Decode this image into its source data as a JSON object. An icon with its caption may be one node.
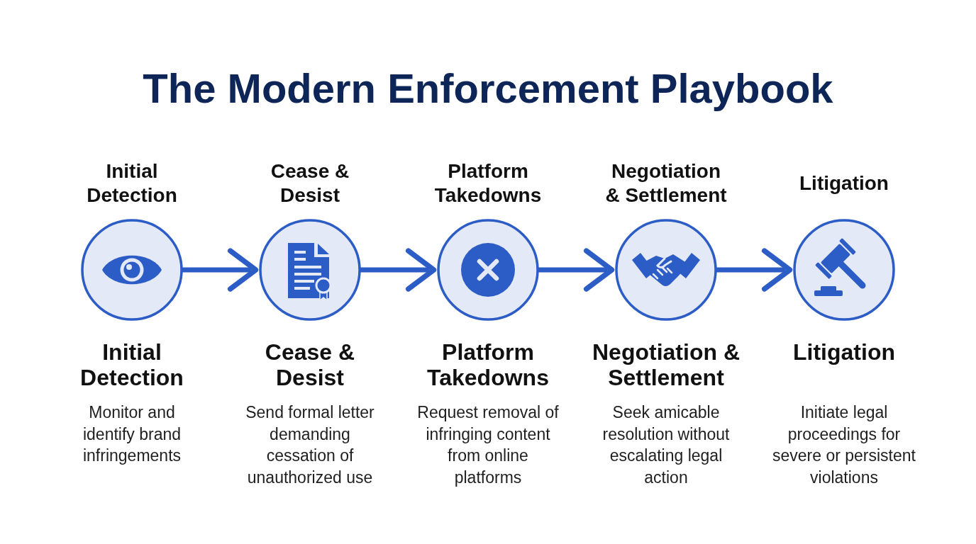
{
  "diagram": {
    "title": "The Modern Enforcement Playbook",
    "nodes": [
      {
        "text": [
          "Initial Detection",
          "Initial Detection",
          "Monitor and identify brand infringements"
        ]
      },
      {
        "text": [
          "Cease & Desist",
          "Cease & Desist",
          "Send formal letter demanding cessation of unauthorized use"
        ]
      },
      {
        "text": [
          "Platform Takedowns",
          "Platform Takedowns",
          "Request removal of infringing content from online platforms"
        ]
      },
      {
        "text": [
          "Negotiation & Settlement",
          "Negotiation & Settlement",
          "Seek amicable resolution without escalating legal action"
        ]
      },
      {
        "text": [
          "Litigation",
          "Litigation",
          "Initiate legal proceedings for severe or persistent violations"
        ]
      }
    ],
    "edges": [
      {
        "from": 0,
        "to": 1,
        "arrow": "to"
      },
      {
        "from": 1,
        "to": 2,
        "arrow": "to"
      },
      {
        "from": 2,
        "to": 3,
        "arrow": "to"
      },
      {
        "from": 3,
        "to": 4,
        "arrow": "to"
      }
    ]
  }
}
